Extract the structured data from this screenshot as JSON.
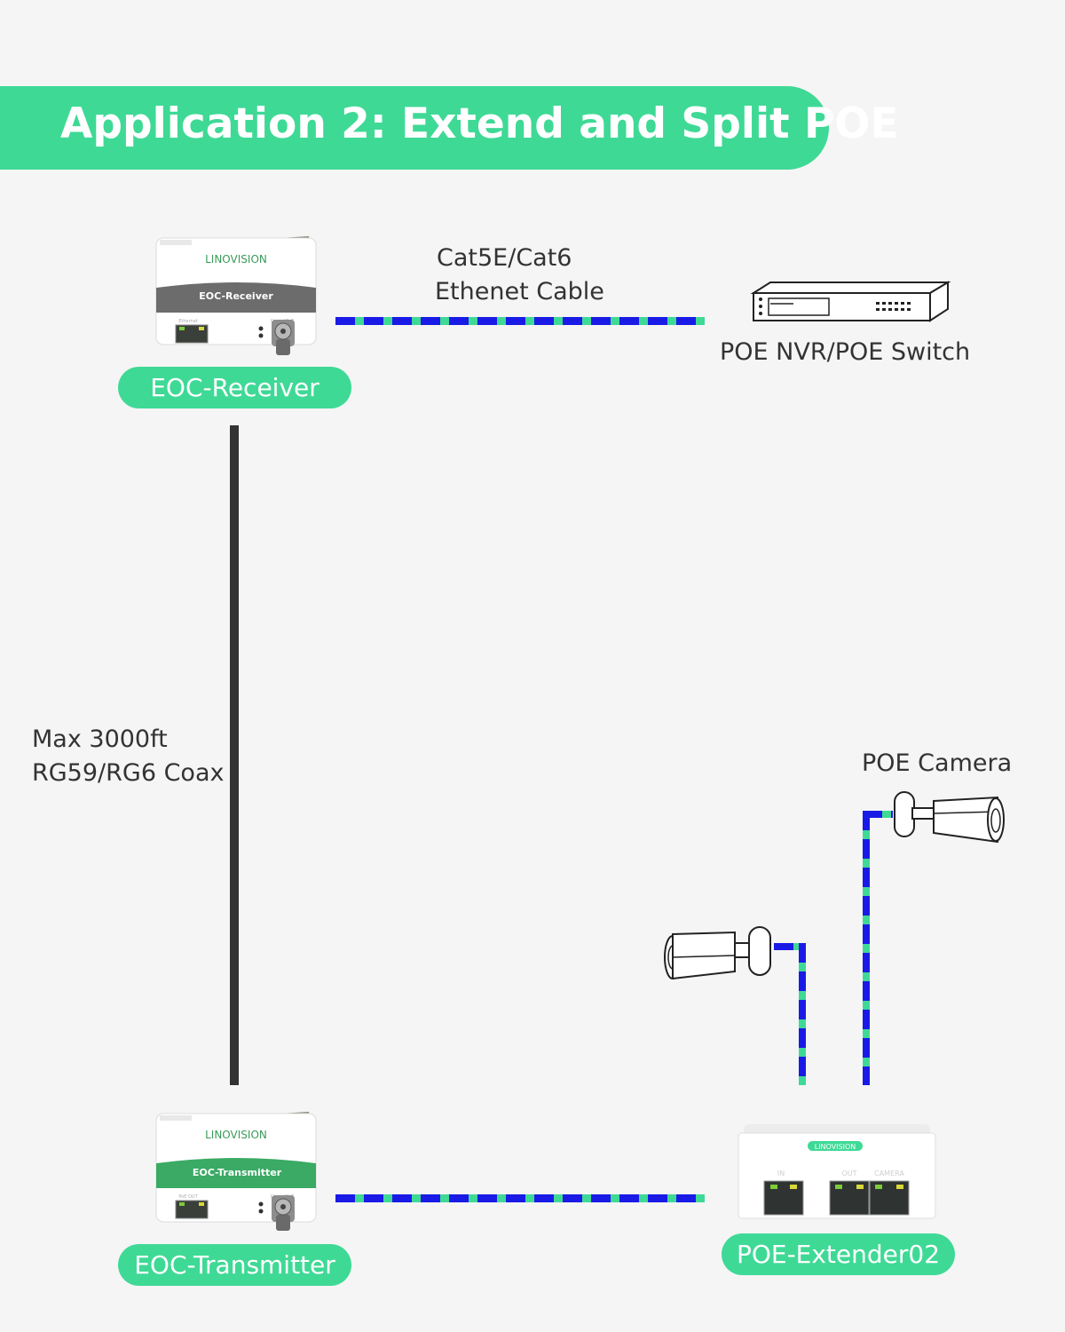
{
  "title": "Application 2: Extend and Split POE",
  "devices": {
    "receiver": {
      "label": "EOC-Receiver",
      "brand": "LINOVISION",
      "band_text": "EOC-Receiver",
      "port_text": "Ethernet",
      "coax_text": "Coax / PoE"
    },
    "transmitter": {
      "label": "EOC-Transmitter",
      "brand": "LINOVISION",
      "band_text": "EOC-Transmitter",
      "port_text": "PoE OUT",
      "coax_text": "Coax / PoE"
    },
    "extender": {
      "label": "POE-Extender02",
      "brand": "LINOVISION",
      "port_in": "IN",
      "port_out": "OUT",
      "port_camera": "CAMERA"
    },
    "switch": {
      "label": "POE NVR/POE Switch"
    },
    "camera": {
      "label": "POE Camera"
    }
  },
  "cables": {
    "ethernet": {
      "line1": "Cat5E/Cat6",
      "line2": "Ethenet Cable"
    },
    "coax": {
      "line1": "Max 3000ft",
      "line2": "RG59/RG6 Coax"
    }
  },
  "colors": {
    "accent": "#3fd996",
    "ethernet_blue": "#1a1ae6",
    "coax": "#333333",
    "transmitter_band": "#3aaa64",
    "receiver_band": "#6c6c6c"
  }
}
